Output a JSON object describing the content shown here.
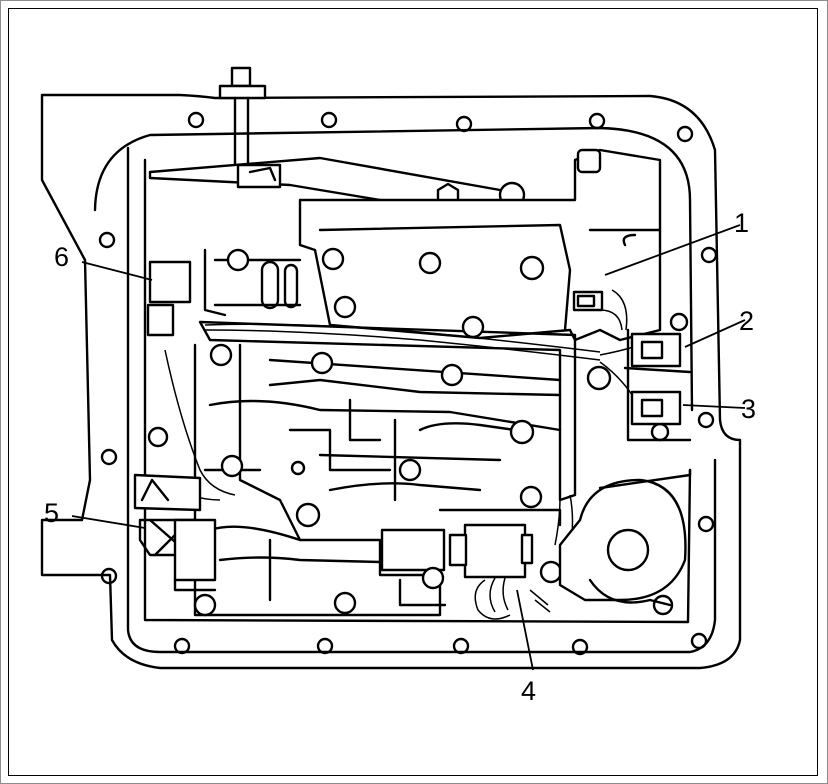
{
  "diagram": {
    "callouts": [
      {
        "id": "1",
        "label": "1"
      },
      {
        "id": "2",
        "label": "2"
      },
      {
        "id": "3",
        "label": "3"
      },
      {
        "id": "4",
        "label": "4"
      },
      {
        "id": "5",
        "label": "5"
      },
      {
        "id": "6",
        "label": "6"
      }
    ],
    "colors": {
      "line": "#000000",
      "background": "#ffffff",
      "frame": "#8c8c8c"
    }
  }
}
